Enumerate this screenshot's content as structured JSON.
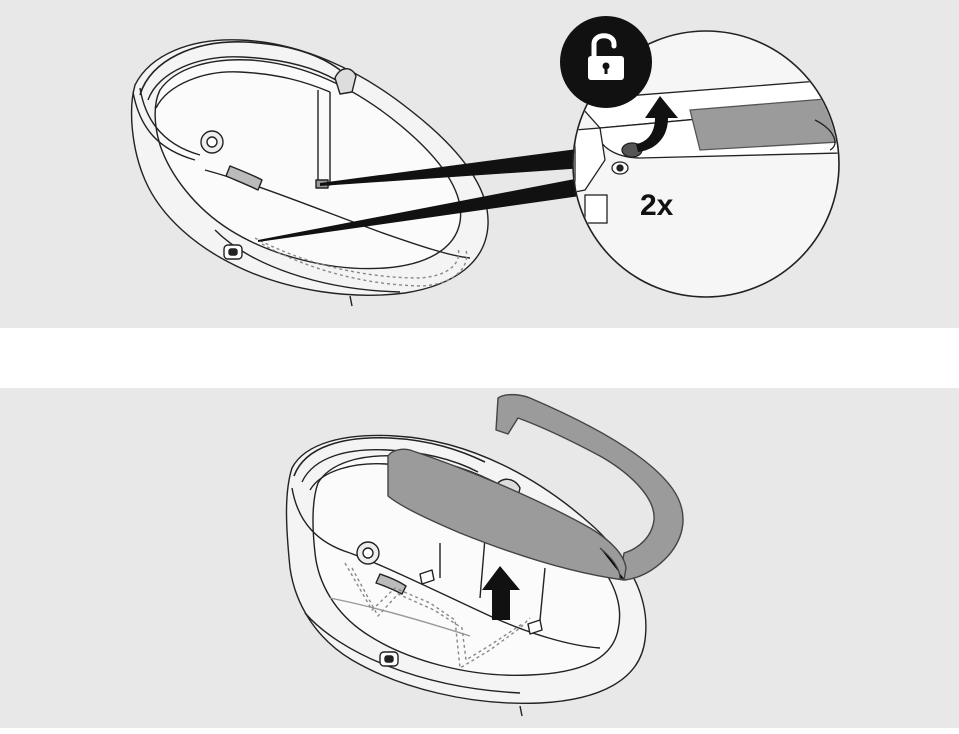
{
  "steps": [
    {
      "icon": "unlock-icon",
      "callout_label": "2x",
      "action": "press-release-button"
    },
    {
      "icon": "arrow-up-icon",
      "action": "lift-bumper-bar"
    }
  ],
  "colors": {
    "panel_background": "#e8e8e8",
    "line": "#222222",
    "bar_fill": "#9b9b9b",
    "badge": "#111111"
  }
}
